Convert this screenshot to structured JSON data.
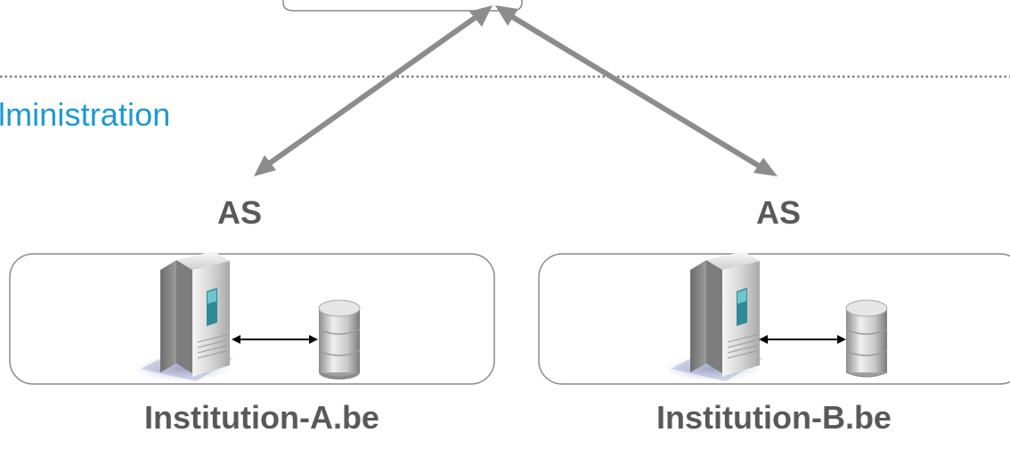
{
  "diagram": {
    "zone_label": "lministration",
    "as_left": "AS",
    "as_right": "AS",
    "institution_a": "Institution-A.be",
    "institution_b": "Institution-B.be"
  },
  "colors": {
    "zone_label": "#1f97cf",
    "text": "#595959",
    "arrow": "#8c8c8c",
    "box_border": "#8a8a8a",
    "divider": "#7f7f7f"
  },
  "icons": {
    "server": "server-tower-icon",
    "database": "database-cylinder-icon"
  }
}
